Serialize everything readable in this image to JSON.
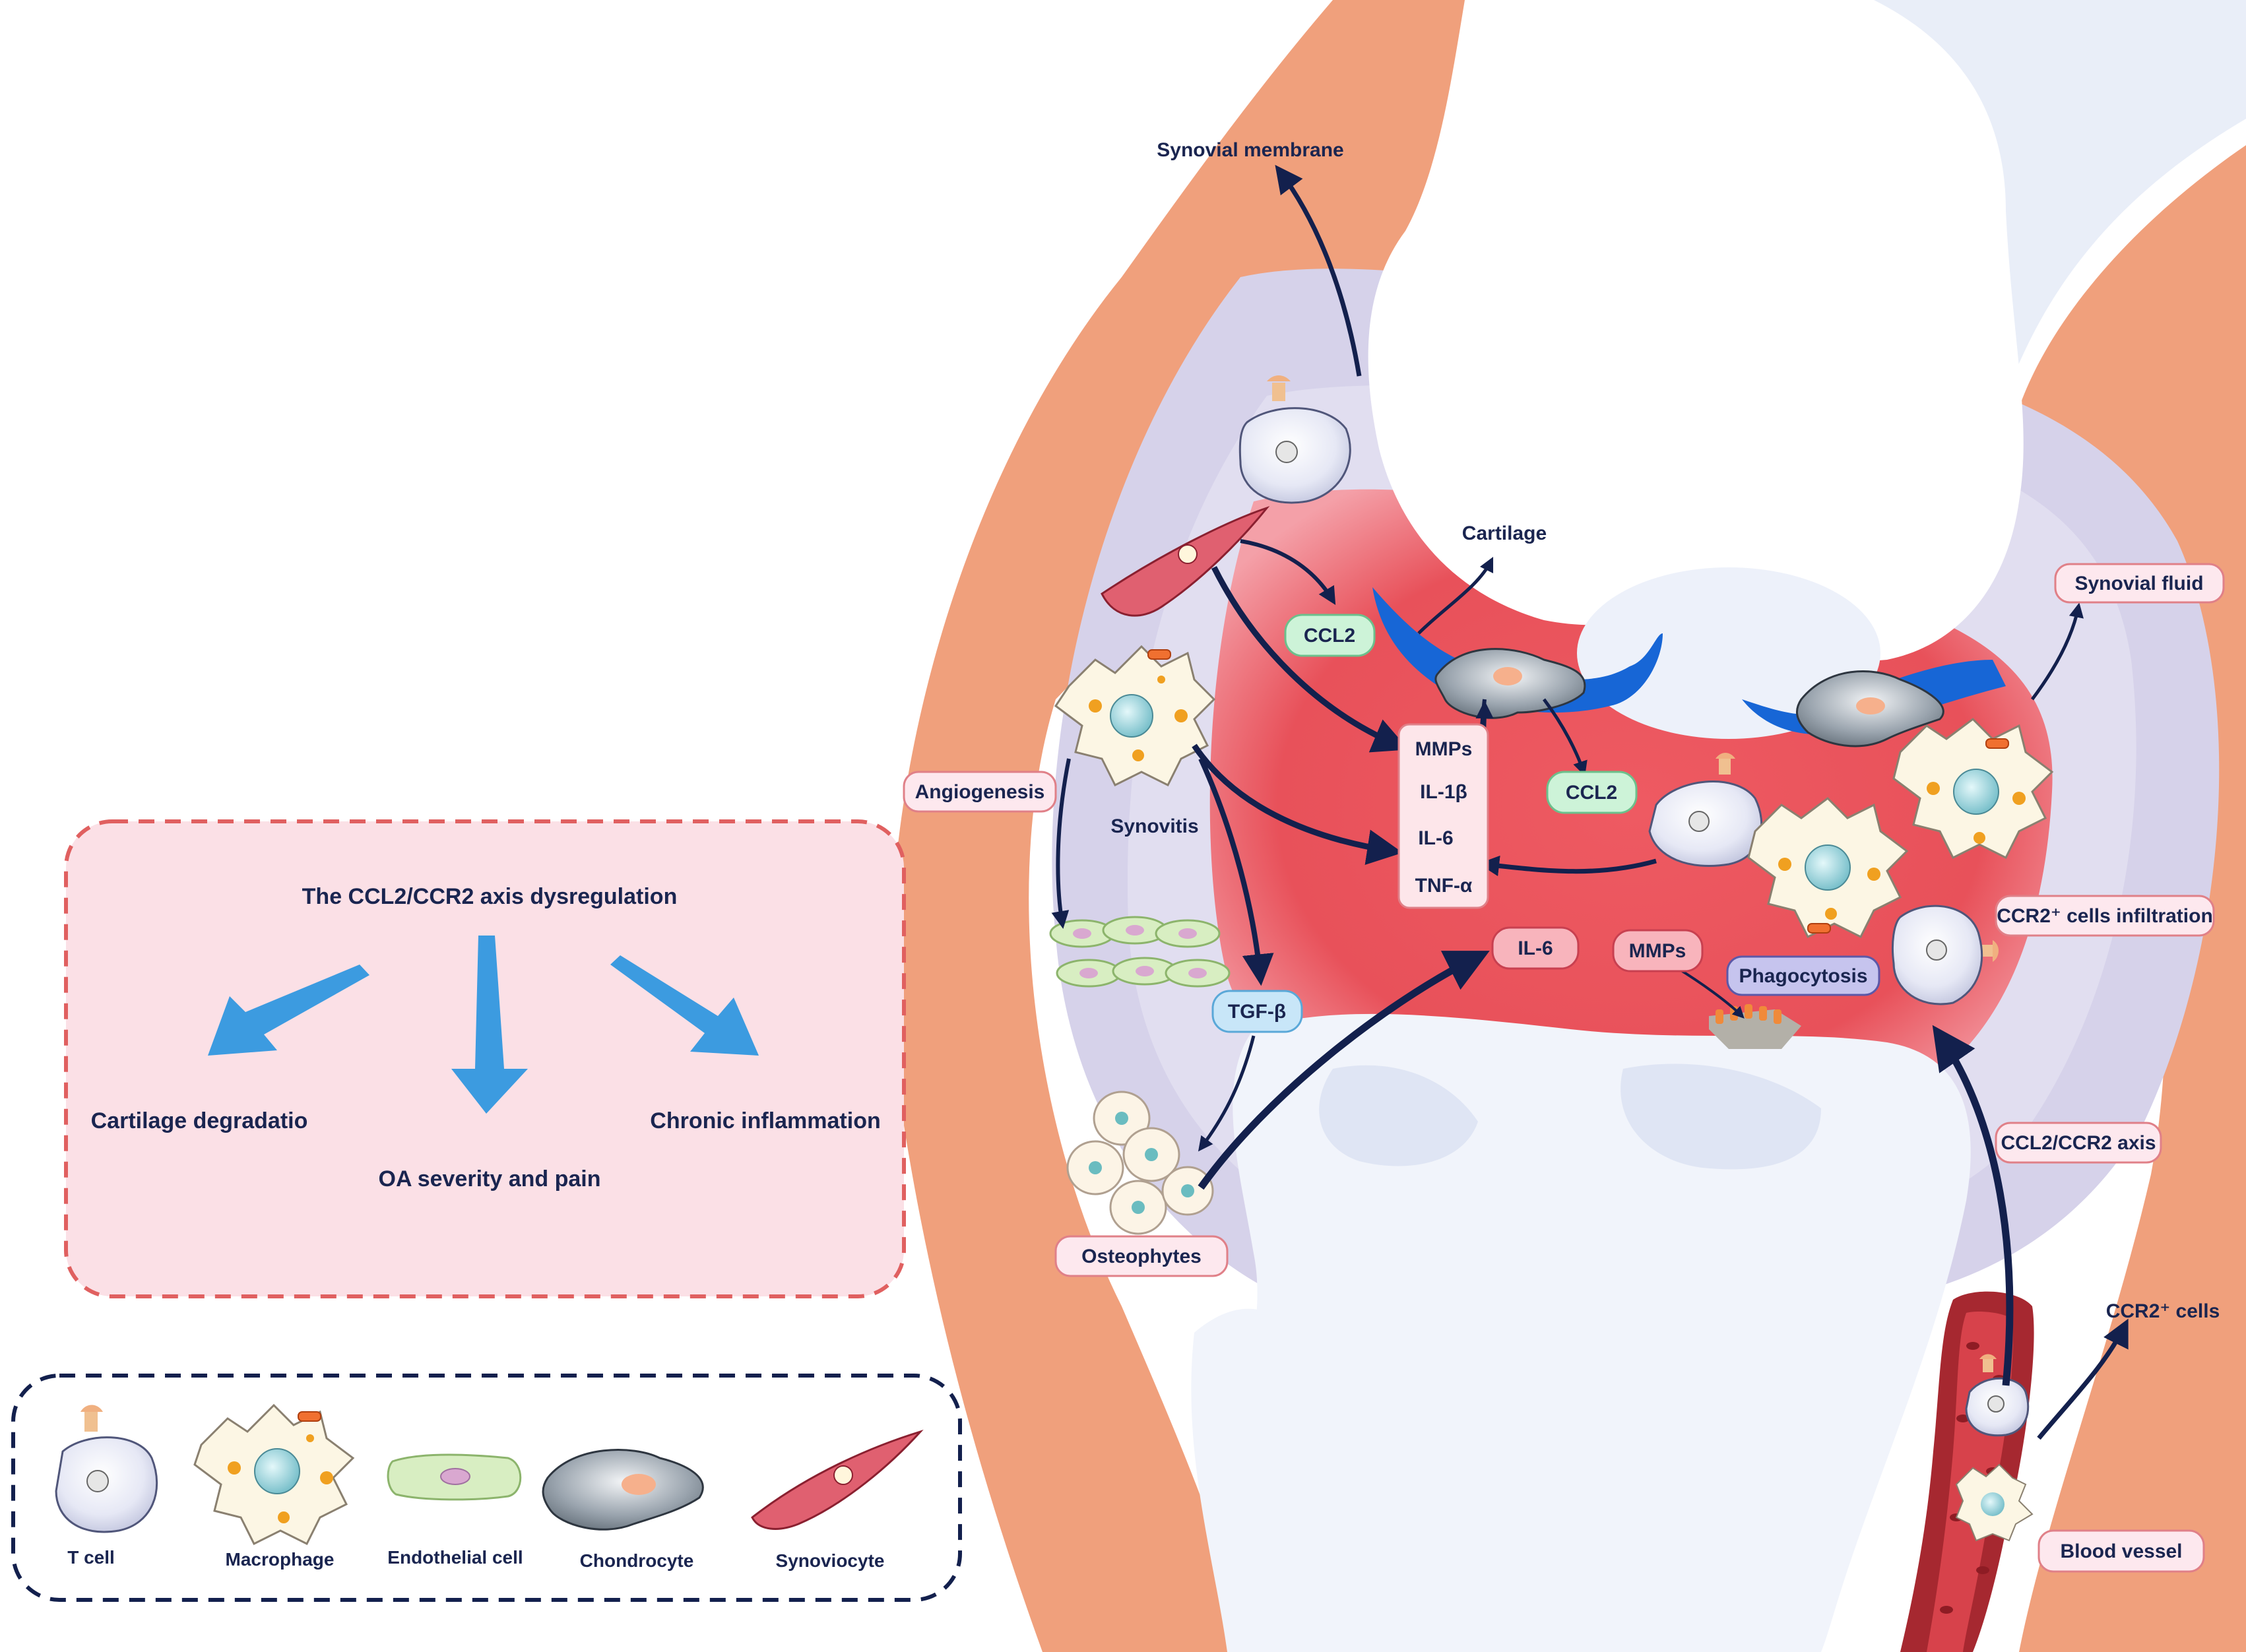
{
  "summary": {
    "title": "The CCL2/CCR2 axis dysregulation",
    "outcome_left": "Cartilage degradatio",
    "outcome_center": "OA severity and pain",
    "outcome_right": "Chronic inflammation"
  },
  "legend": {
    "t_cell": "T cell",
    "macrophage": "Macrophage",
    "endothelial": "Endothelial cell",
    "chondrocyte": "Chondrocyte",
    "synoviocyte": "Synoviocyte"
  },
  "labels": {
    "synovial_membrane": "Synovial membrane",
    "cartilage": "Cartilage",
    "synovial_fluid": "Synovial fluid",
    "ccl2_a": "CCL2",
    "ccl2_b": "CCL2",
    "mmps_list": "MMPs",
    "il1b": "IL-1β",
    "il6_list": "IL-6",
    "tnfa": "TNF-α",
    "angiogenesis": "Angiogenesis",
    "synovitis": "Synovitis",
    "tgfb": "TGF-β",
    "il6_pill": "IL-6",
    "mmps_pill": "MMPs",
    "phagocytosis": "Phagocytosis",
    "ccr2_infiltration": "CCR2⁺ cells infiltration",
    "ccl2_ccr2_axis": "CCL2/CCR2 axis",
    "osteophytes": "Osteophytes",
    "ccr2_cells": "CCR2⁺ cells",
    "blood_vessel": "Blood vessel"
  },
  "colors": {
    "dark_navy": "#13204d",
    "arrow_blue": "#3c9be0",
    "muscle_orange": "#f0a07c",
    "synovium_lavender": "#d6d2ea",
    "joint_red": "#e8565e",
    "bone_white": "#edf1fa",
    "cartilage_blue": "#1766d6",
    "summary_pink": "#fbe0e6",
    "dash_red": "#e06060"
  }
}
